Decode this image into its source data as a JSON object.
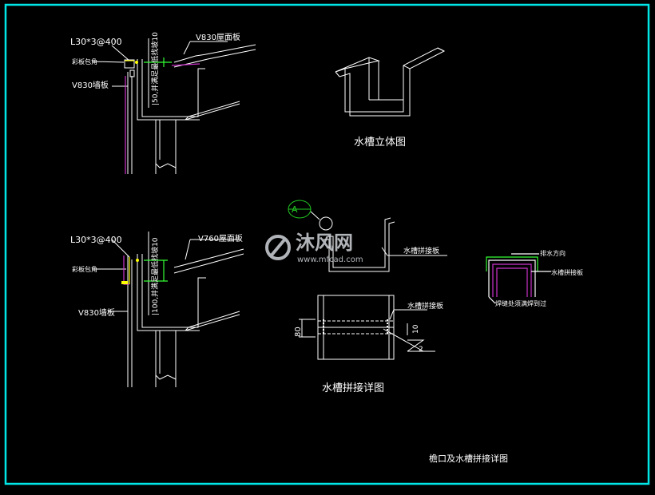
{
  "colors": {
    "frame": "#00e5e5",
    "line": "#ffffff",
    "accent_green": "#33ff33",
    "accent_magenta": "#cc33cc",
    "accent_yellow": "#ffff00",
    "circle_green": "#22cc22"
  },
  "top_detail": {
    "angle_label": "L30*3@400",
    "flashing_label": "彩板包角",
    "wall_panel_label": "V830墙板",
    "roof_panel_label": "V830屋面板",
    "gutter_label": "|50,并满足最低找坡10"
  },
  "bottom_detail": {
    "angle_label": "L30*3@400",
    "flashing_label": "彩板包角",
    "wall_panel_label": "V830墙板",
    "roof_panel_label": "V760屋面板",
    "gutter_label": "|100,并满足最低找坡10"
  },
  "gutter_3d": {
    "title": "水槽立体图"
  },
  "splice_detail": {
    "marker": "A",
    "section_label": "水槽拼接板",
    "plan_label": "水槽拼接板",
    "dim_80": "80",
    "dim_10": "10",
    "ref_2": "2",
    "title": "水槽拼接详图"
  },
  "right_detail": {
    "flow_label": "排水方向",
    "plate_label": "水槽拼接板",
    "weld_label": "焊缝处须满焊到过"
  },
  "watermark": {
    "brand": "沐风网",
    "url": "www.mfcad.com"
  },
  "sheet_title": "檐口及水槽拼接详图"
}
